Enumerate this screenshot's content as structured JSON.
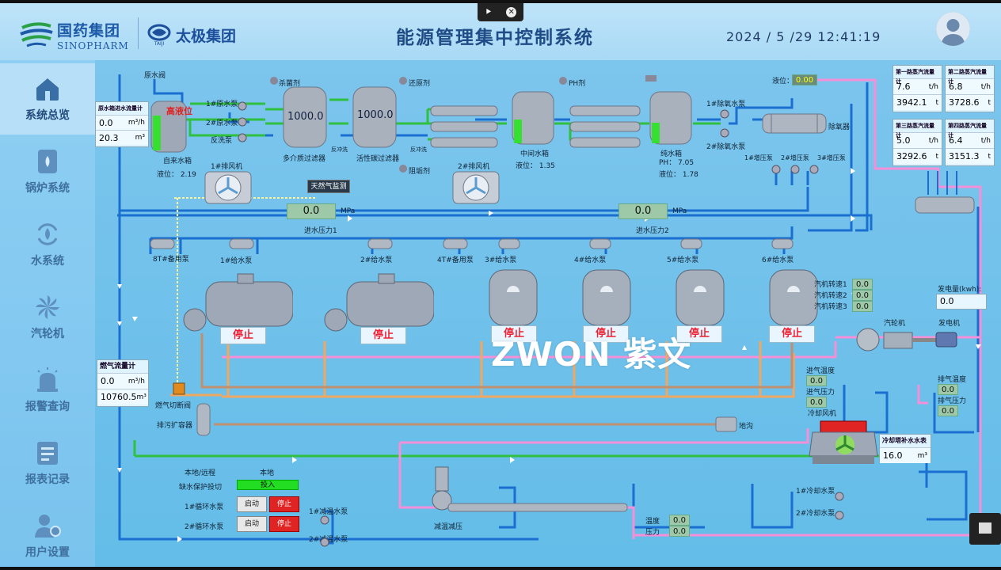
{
  "header": {
    "logo_sinopharm_cn": "国药集团",
    "logo_sinopharm_en": "SINOPHARM",
    "logo_taiji_cn": "太极集团",
    "logo_taiji_mark": "TAIJI",
    "title": "能源管理集中控制系统",
    "datetime": "2024 / 5 /29  12:41:19"
  },
  "sidebar": {
    "items": [
      {
        "label": "系统总览",
        "icon": "home-icon"
      },
      {
        "label": "锅炉系统",
        "icon": "boiler-icon"
      },
      {
        "label": "水系统",
        "icon": "water-icon"
      },
      {
        "label": "汽轮机",
        "icon": "turbine-icon"
      },
      {
        "label": "报警查询",
        "icon": "alarm-icon"
      },
      {
        "label": "报表记录",
        "icon": "report-icon"
      },
      {
        "label": "用户设置",
        "icon": "user-settings-icon"
      }
    ],
    "active_index": 0
  },
  "water": {
    "raw_valve": "原水阀",
    "raw_flow_title": "原水箱进水流量计",
    "raw_flow_rate": "0.0",
    "raw_flow_rate_unit": "m³/h",
    "raw_flow_total": "20.3",
    "raw_flow_total_unit": "m³",
    "tap_tank_alarm": "高液位",
    "tap_tank": "自来水箱",
    "tap_tank_level": "液位：  2.19",
    "pump1": "1#原水泵",
    "pump2": "2#原水泵",
    "backwash_pump": "反洗泵",
    "bactericide": "杀菌剂",
    "multimedia_filter": "多介质过滤器",
    "multimedia_value": "1000.0",
    "carbon_filter": "活性碳过滤器",
    "carbon_value": "1000.0",
    "reducer": "还原剂",
    "scale_inhibitor": "阻垢剂",
    "backwash1": "反冲洗",
    "backwash2": "反冲洗",
    "ph_agent": "PH剂",
    "mid_tank": "中间水箱",
    "mid_tank_level": "液位：  1.35",
    "pure_tank": "纯水箱",
    "pure_tank_ph": "PH：   7.05",
    "pure_tank_level": "液位：  1.78",
    "deox_pump1": "1#除氧水泵",
    "deox_pump2": "2#除氧水泵",
    "deaerator_level_label": "液位：",
    "deaerator_level": "0.00",
    "deaerator": "除氧器",
    "boost_pumps": [
      "1#增压泵",
      "2#增压泵",
      "3#增压泵"
    ]
  },
  "steam_flows": [
    {
      "title": "第一路蒸汽流量计",
      "rate": "7.6",
      "rate_unit": "t/h",
      "total": "3942.1",
      "total_unit": "t"
    },
    {
      "title": "第二路蒸汽流量计",
      "rate": "6.8",
      "rate_unit": "t/h",
      "total": "3728.6",
      "total_unit": "t"
    },
    {
      "title": "第三路蒸汽流量计",
      "rate": "5.0",
      "rate_unit": "t/h",
      "total": "3292.6",
      "total_unit": "t"
    },
    {
      "title": "第四路蒸汽流量计",
      "rate": "6.4",
      "rate_unit": "t/h",
      "total": "3151.3",
      "total_unit": "t"
    }
  ],
  "fans": {
    "fan1": "1#排风机",
    "fan2": "2#排风机",
    "gas_monitor": "天然气监测"
  },
  "inlet_pressure": {
    "p1_value": "0.0",
    "p1_unit": "MPa",
    "p1_label": "进水压力1",
    "p2_value": "0.0",
    "p2_unit": "MPa",
    "p2_label": "进水压力2"
  },
  "feed_pumps": [
    "8T#备用泵",
    "1#给水泵",
    "2#给水泵",
    "4T#备用泵",
    "3#给水泵",
    "4#给水泵",
    "5#给水泵",
    "6#给水泵"
  ],
  "boilers": [
    {
      "status": "停止"
    },
    {
      "status": "停止"
    },
    {
      "status": "停止"
    },
    {
      "status": "停止"
    },
    {
      "status": "停止"
    },
    {
      "status": "停止"
    }
  ],
  "gas": {
    "flow_title": "燃气流量计",
    "rate": "0.0",
    "rate_unit": "m³/h",
    "total": "10760.5",
    "total_unit": "m³",
    "cutoff_valve": "燃气切断阀",
    "blowdown_tank": "排污扩容器",
    "trench": "地沟"
  },
  "turbine": {
    "speed1_label": "汽机转速1",
    "speed1": "0.0",
    "speed2_label": "汽机转速2",
    "speed2": "0.0",
    "speed3_label": "汽机转速3",
    "speed3": "0.0",
    "power_label": "发电量(kwh):",
    "power": "0.0",
    "turbine": "汽轮机",
    "generator": "发电机",
    "inlet_temp_label": "进气温度",
    "inlet_temp": "0.0",
    "inlet_press_label": "进气压力",
    "inlet_press": "0.0",
    "exhaust_temp_label": "排气温度",
    "exhaust_temp": "0.0",
    "exhaust_press_label": "排气压力",
    "exhaust_press": "0.0",
    "cooling_fan": "冷却风机",
    "tower_makeup_title": "冷却塔补水水表",
    "tower_makeup_value": "16.0",
    "tower_makeup_unit": "m³",
    "cool_pump1": "1#冷却水泵",
    "cool_pump2": "2#冷却水泵",
    "temp_label": "温度",
    "temp": "0.0",
    "press_label": "压力",
    "press": "0.0"
  },
  "control": {
    "local_remote": "本地/远程",
    "local": "本地",
    "low_water_label": "缺水保护投切",
    "low_water_state": "投入",
    "circ1_label": "1#循环水泵",
    "circ2_label": "2#循环水泵",
    "start": "启动",
    "stop": "停止",
    "dec_pump1": "1#减温水泵",
    "dec_pump2": "2#减温水泵",
    "desuperheater": "减温减压"
  },
  "watermark": "ZWON 紫文",
  "colors": {
    "accent": "#1f4b86",
    "background": "#6cc1ea",
    "pipe_water": "#1a6fd0",
    "pipe_steam": "#f58fd8",
    "pipe_fuel": "#f0a860",
    "pipe_green": "#30c040",
    "stop_red": "#e02424",
    "active_green": "#22dd22"
  }
}
